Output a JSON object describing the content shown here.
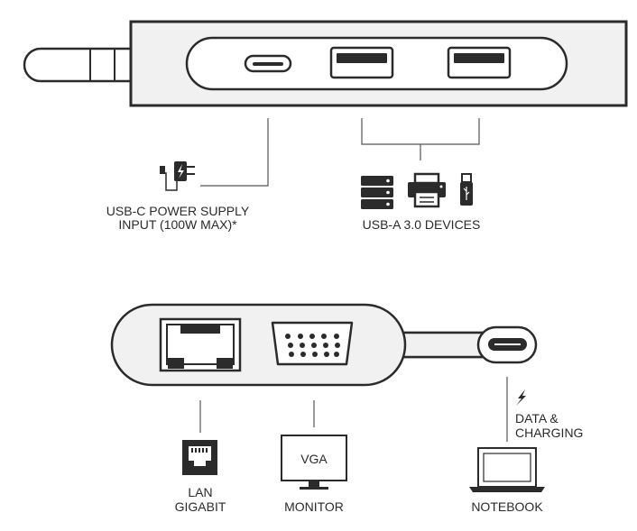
{
  "top": {
    "power_label_line1": "USB-C POWER SUPPLY",
    "power_label_line2": "INPUT (100W MAX)*",
    "usba_label": "USB-A 3.0 DEVICES"
  },
  "bottom": {
    "lan_line1": "LAN",
    "lan_line2": "GIGABIT",
    "monitor_label": "MONITOR",
    "monitor_screen_text": "VGA",
    "notebook_label": "NOTEBOOK",
    "data_line1": "DATA &",
    "data_line2": "CHARGING"
  },
  "colors": {
    "ink": "#2b2b2b",
    "line": "#555555",
    "body_fill": "#f1f1f1"
  }
}
